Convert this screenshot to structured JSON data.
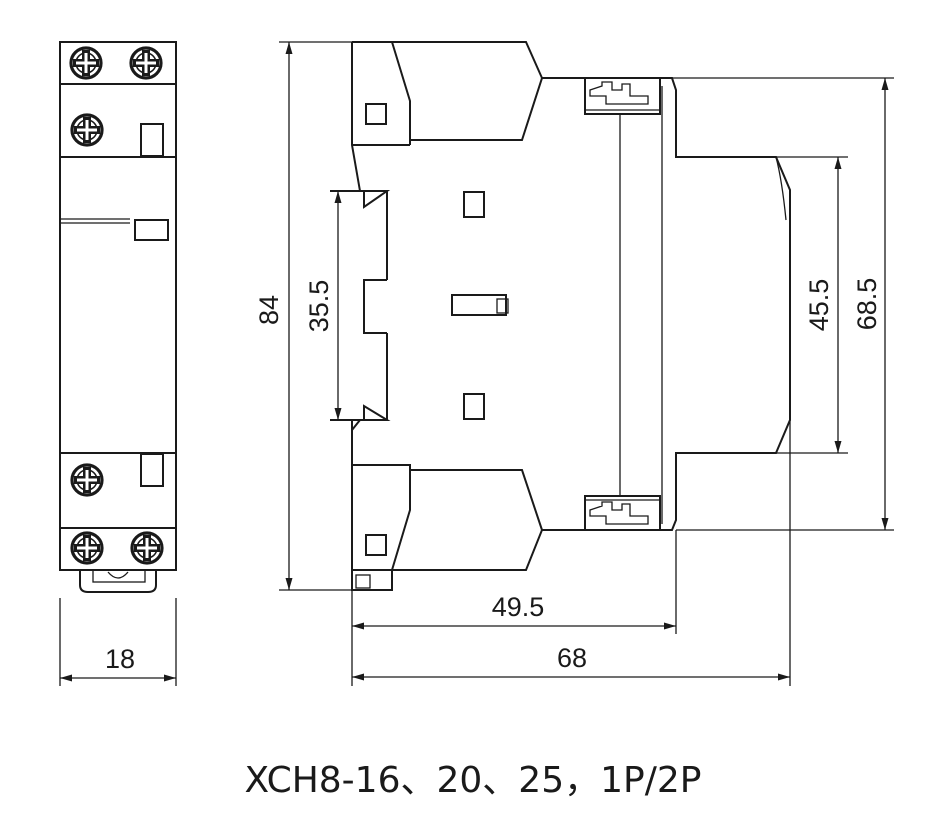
{
  "caption": "XCH8-16、20、25，1P/2P",
  "dimensions": {
    "front_width": "18",
    "overall_height": "84",
    "rail_height": "35.5",
    "front_face_height": "45.5",
    "side_height": "68.5",
    "depth_to_step": "49.5",
    "overall_depth": "68"
  },
  "icons": {
    "terminal_screw": "terminal-screw-icon"
  }
}
